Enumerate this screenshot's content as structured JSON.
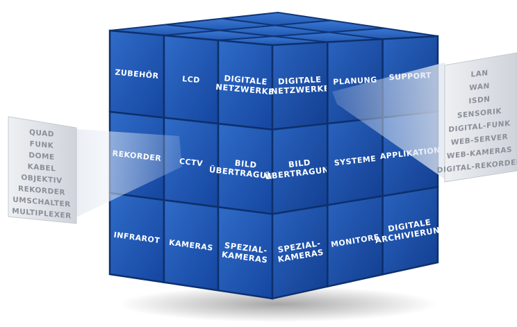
{
  "cube": {
    "top_labels": [],
    "left_face": [
      [
        "ZUBEHÖR",
        "LCD",
        "DIGITALE|NETZWERKE"
      ],
      [
        "REKORDER",
        "CCTV",
        "BILD|ÜBERTRAGUNG"
      ],
      [
        "INFRAROT",
        "KAMERAS",
        "SPEZIAL-|KAMERAS"
      ]
    ],
    "right_face": [
      [
        "DIGITALE|NETZWERKE",
        "PLANUNG",
        "SUPPORT"
      ],
      [
        "BILD|ÜBERTRAGUNG",
        "SYSTEME",
        "APPLIKATION"
      ],
      [
        "SPEZIAL-|KAMERAS",
        "MONITORE",
        "DIGITALE|ARCHIVIERUNG"
      ]
    ]
  },
  "left_panel": {
    "items": [
      "QUAD",
      "FUNK",
      "DOME",
      "KABEL",
      "OBJEKTIV",
      "REKORDER",
      "UMSCHALTER",
      "MULTIPLEXER"
    ]
  },
  "right_panel": {
    "items": [
      "LAN",
      "WAN",
      "ISDN",
      "SENSORIK",
      "DIGITAL-FUNK",
      "WEB-SERVER",
      "WEB-KAMERAS",
      "DIGITAL-REKORDER"
    ]
  },
  "colors": {
    "cube_blue": "#1c50a8",
    "cube_blue_dark": "#123a82",
    "cube_blue_light": "#2a66c4",
    "panel_grey": "#d9dce2",
    "panel_text": "#8a8f98"
  }
}
